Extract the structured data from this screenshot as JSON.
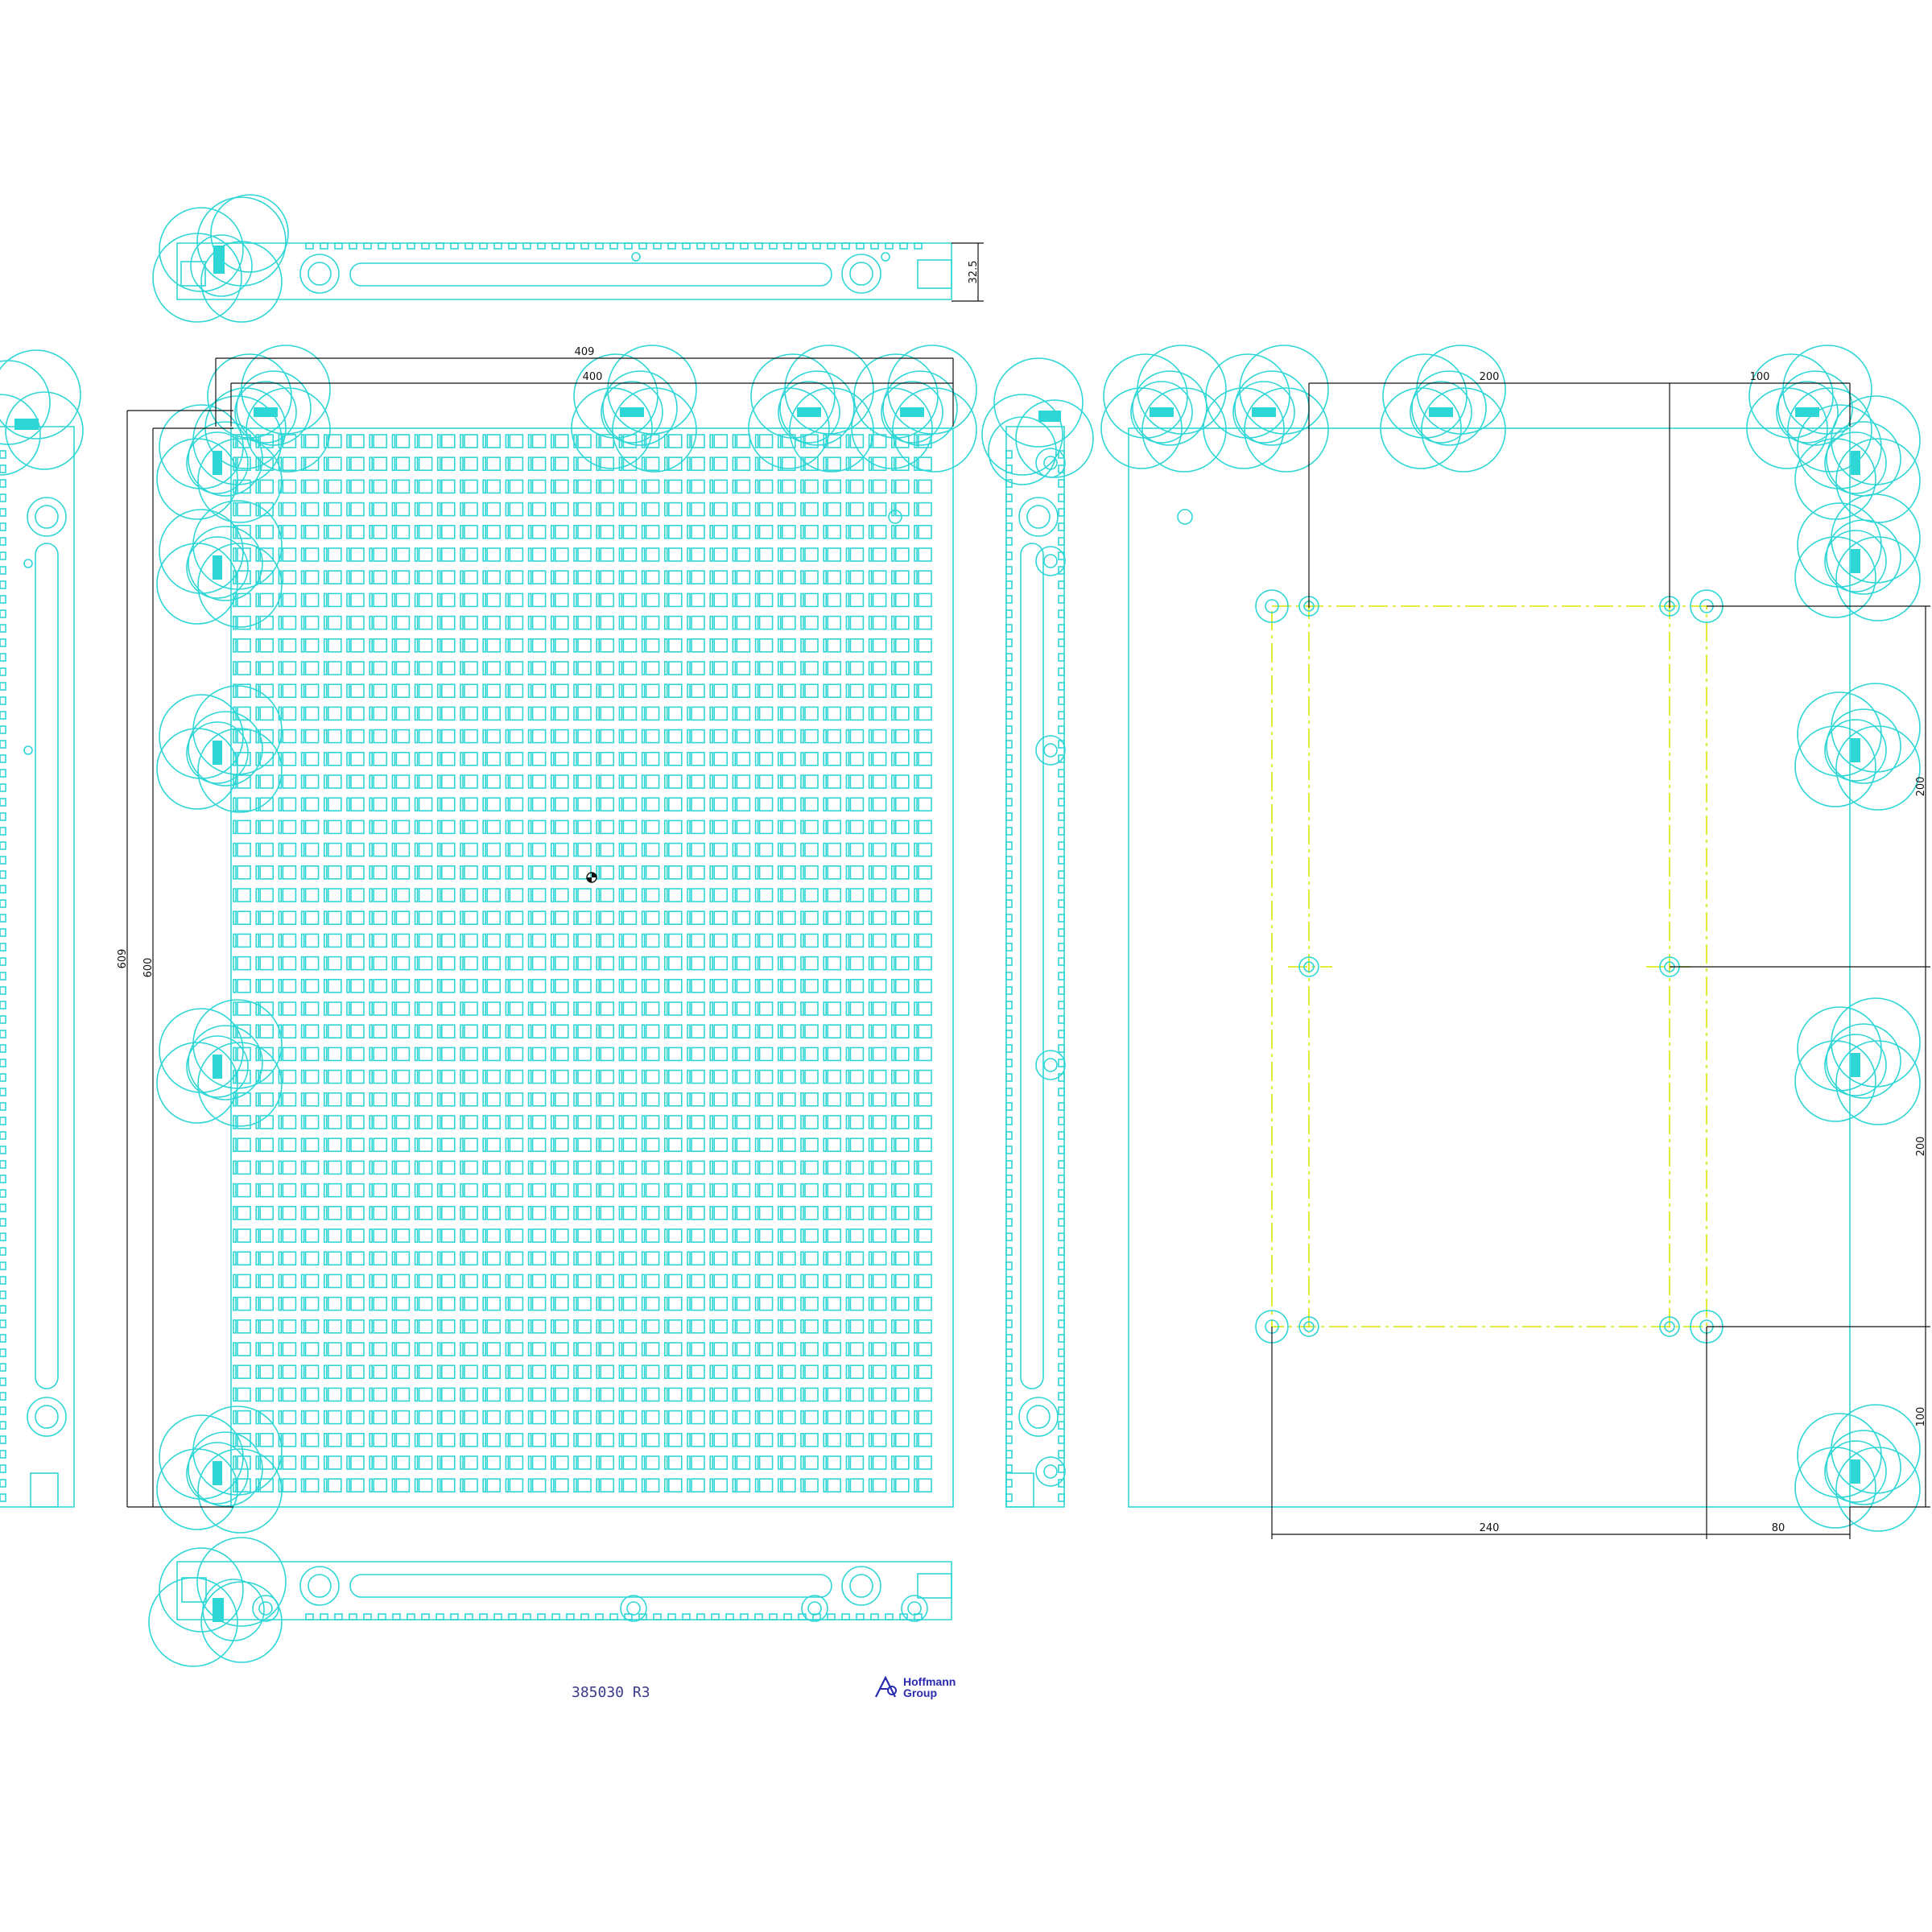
{
  "drawing": {
    "reference": "385030 R3",
    "logo_line1": "Hoffmann",
    "logo_line2": "Group",
    "logo_icon": "hoffmann-group-logo-icon"
  },
  "dimensions": {
    "top_rail_height": "32.5",
    "front_width_outer": "409",
    "front_width_inner": "400",
    "front_height_outer": "609",
    "front_height_inner": "600",
    "right_top_a": "200",
    "right_top_b": "100",
    "right_side_a": "200",
    "right_side_b": "200",
    "right_side_c": "100",
    "right_bottom_a": "240",
    "right_bottom_b": "80"
  },
  "colors": {
    "geometry": "#2fd6d6",
    "centerlines": "#d8e600",
    "dimensions": "#111111",
    "reference_text": "#3a3a8a",
    "logo": "#2a2ab0"
  }
}
